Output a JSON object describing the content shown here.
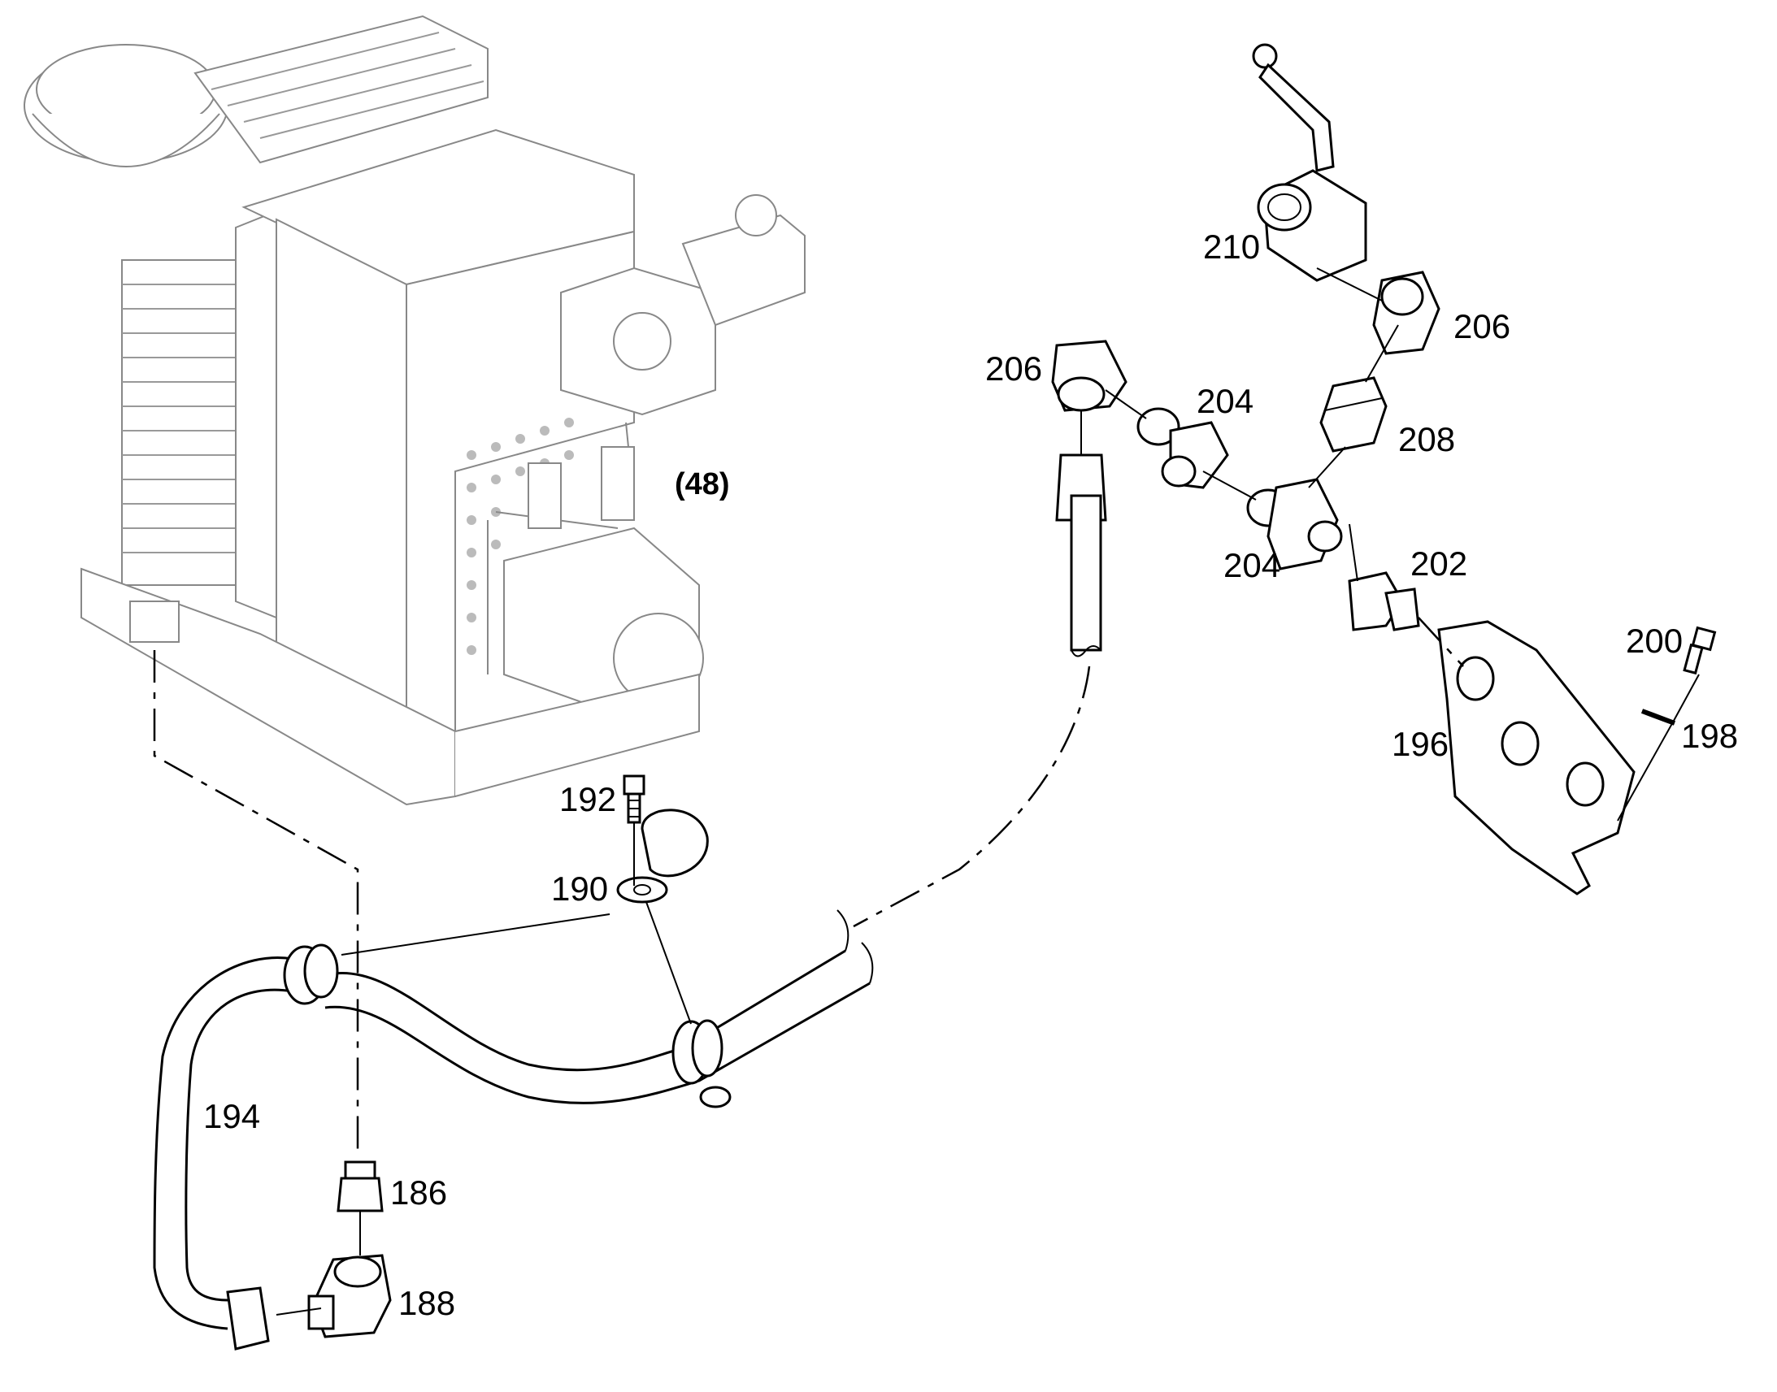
{
  "assembly_reference": "(48)",
  "callouts": {
    "p186": "186",
    "p188": "188",
    "p190": "190",
    "p192": "192",
    "p194": "194",
    "p196": "196",
    "p198": "198",
    "p200": "200",
    "p202": "202",
    "p204a": "204",
    "p204b": "204",
    "p206a": "206",
    "p206b": "206",
    "p208": "208",
    "p210": "210"
  },
  "colors": {
    "line": "#000000",
    "context_line": "#888888",
    "background": "#ffffff"
  }
}
